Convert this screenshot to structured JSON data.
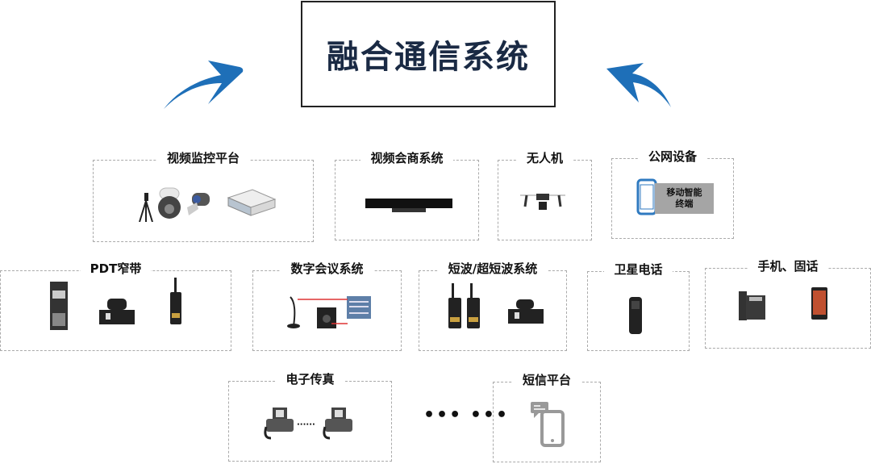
{
  "title": "融合通信系统",
  "groups": [
    {
      "id": "video-surveillance",
      "label": "视频监控平台",
      "devices": [
        "tripod-icon",
        "dome-camera-icon",
        "bullet-camera-icon",
        "nvr-server-icon"
      ]
    },
    {
      "id": "video-conference",
      "label": "视频会商系统",
      "devices": [
        "conference-codec-icon"
      ]
    },
    {
      "id": "drone",
      "label": "无人机",
      "devices": [
        "drone-icon"
      ]
    },
    {
      "id": "public-network",
      "label": "公网设备",
      "devices": [
        "smartphone-icon"
      ],
      "tag": "移动智能\n终端",
      "tag_line1": "移动智能",
      "tag_line2": "终端"
    },
    {
      "id": "pdt",
      "label": "PDT窄带",
      "devices": [
        "base-station-icon",
        "vehicle-radio-icon",
        "walkie-talkie-icon"
      ]
    },
    {
      "id": "digital-conference",
      "label": "数字会议系统",
      "devices": [
        "microphone-icon",
        "speaker-icon",
        "mixer-icon"
      ]
    },
    {
      "id": "shortwave",
      "label": "短波/超短波系统",
      "devices": [
        "walkie-talkie-icon",
        "walkie-talkie-icon",
        "vehicle-radio-icon"
      ]
    },
    {
      "id": "satellite",
      "label": "卫星电话",
      "devices": [
        "satellite-phone-icon"
      ]
    },
    {
      "id": "phones",
      "label": "手机、固话",
      "devices": [
        "desk-phone-icon",
        "mobile-phone-icon"
      ]
    },
    {
      "id": "fax",
      "label": "电子传真",
      "devices": [
        "fax-icon",
        "fax-icon"
      ],
      "connector": "······"
    },
    {
      "id": "sms",
      "label": "短信平台",
      "devices": [
        "sms-phone-icon"
      ]
    }
  ],
  "ellipsis": "••• •••",
  "colors": {
    "arrow": "#1e6fb8",
    "title_text": "#1a2a44",
    "border": "#aaaaaa",
    "tag_bg": "#a5a5a5"
  }
}
